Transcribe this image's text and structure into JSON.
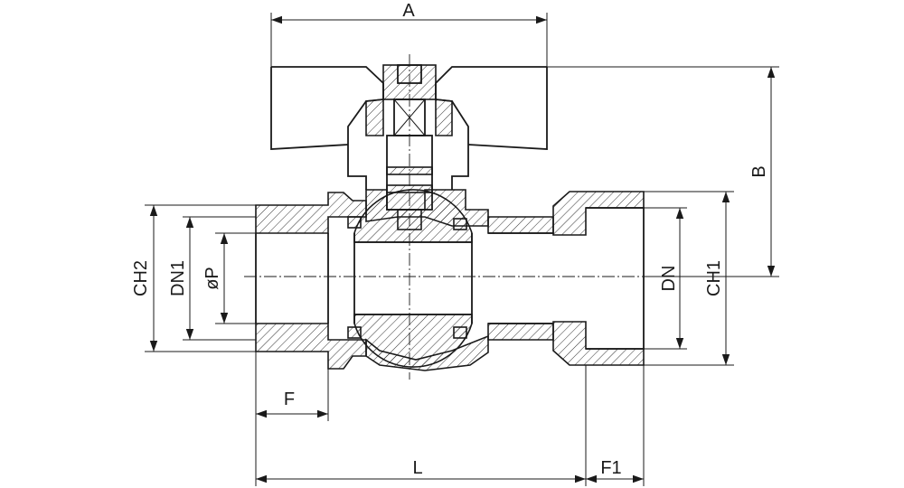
{
  "drawing": {
    "subject": "",
    "dimensions": {
      "A": "A",
      "B": "B",
      "CH1": "CH1",
      "CH2": "CH2",
      "DN": "DN",
      "DN1": "DN1",
      "P": "øP",
      "F": "F",
      "F1": "F1",
      "L": "L"
    }
  }
}
